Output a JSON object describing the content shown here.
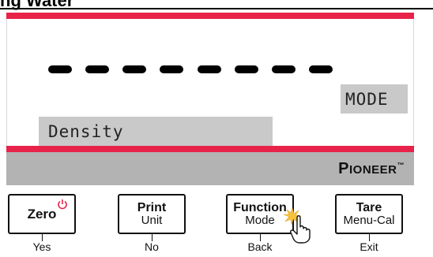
{
  "header": {
    "title": "ng Water"
  },
  "display": {
    "dashes": 8,
    "mode_label": "MODE",
    "function_label": "Density"
  },
  "brand": {
    "name_first": "P",
    "name_rest": "IONEER",
    "trademark": "™"
  },
  "keys": [
    {
      "line1": "Zero",
      "line2": "",
      "sublabel": "Yes",
      "icon": "power-icon"
    },
    {
      "line1": "Print",
      "line2": "Unit",
      "sublabel": "No"
    },
    {
      "line1": "Function",
      "line2": "Mode",
      "sublabel": "Back",
      "icon": "pointing-hand-icon"
    },
    {
      "line1": "Tare",
      "line2": "Menu-Cal",
      "sublabel": "Exit"
    }
  ],
  "colors": {
    "accent_stripe": "#e8234a",
    "lcd_field": "#c9c9c9",
    "brand_bar": "#b3b3b3",
    "power_icon": "#e8234a"
  }
}
